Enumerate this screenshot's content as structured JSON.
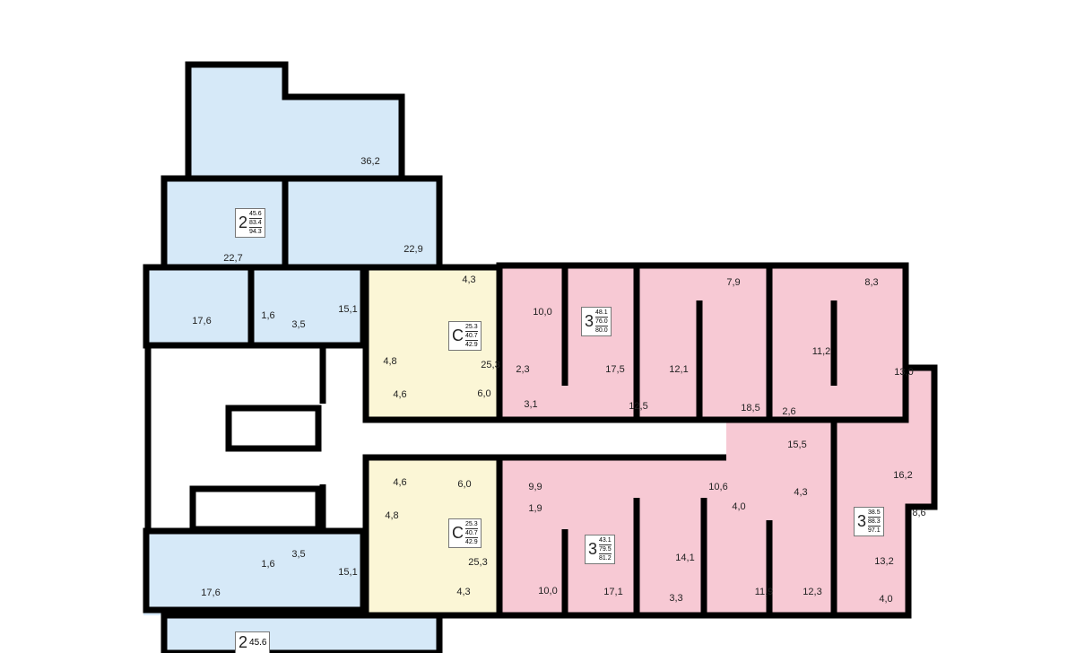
{
  "colors": {
    "two_room": "#d6e9f8",
    "studio": "#fbf6d6",
    "three_room": "#f7c9d4",
    "wall": "#000000"
  },
  "apartments": [
    {
      "type": "2",
      "areas": [
        "45.6",
        "83.4",
        "94.3"
      ]
    },
    {
      "type": "C",
      "areas": [
        "25.3",
        "40.7",
        "42.9"
      ]
    },
    {
      "type": "3",
      "areas": [
        "48.1",
        "76.0",
        "80.0"
      ]
    },
    {
      "type": "C",
      "areas": [
        "25.3",
        "40.7",
        "42.9"
      ]
    },
    {
      "type": "3",
      "areas": [
        "43.1",
        "79.5",
        "81.2"
      ]
    },
    {
      "type": "3",
      "areas": [
        "38.5",
        "88.3",
        "97.1"
      ]
    },
    {
      "type": "2",
      "areas": [
        "45.6"
      ]
    }
  ],
  "rooms": [
    "36,2",
    "22,7",
    "22,9",
    "17,6",
    "1,6",
    "3,5",
    "15,1",
    "4,3",
    "4,8",
    "4,6",
    "25,3",
    "6,0",
    "10,0",
    "17,5",
    "2,3",
    "3,1",
    "12,5",
    "12,1",
    "18,5",
    "7,9",
    "8,3",
    "11,2",
    "13,0",
    "2,6",
    "15,5",
    "16,2",
    "8,6",
    "4,6",
    "6,0",
    "4,8",
    "25,3",
    "4,3",
    "9,9",
    "10,6",
    "1,9",
    "10,0",
    "17,1",
    "14,1",
    "3,3",
    "11,9",
    "4,0",
    "4,3",
    "12,3",
    "13,2",
    "4,0",
    "17,6",
    "1,6",
    "3,5",
    "15,1"
  ]
}
